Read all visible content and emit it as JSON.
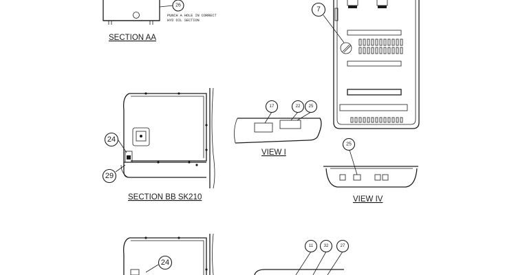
{
  "captions": {
    "section_aa": "SECTION AA",
    "section_bb": "SECTION BB SK210",
    "view_i": "VIEW I",
    "view_iv": "VIEW IV"
  },
  "note": {
    "line1": "PUNCH A HOLE IN CORRECT",
    "line2": "HYD OIL SECTION"
  },
  "callouts": {
    "c26": "26",
    "c7": "7",
    "c17": "17",
    "c22": "22",
    "c25a": "25",
    "c24a": "24",
    "c29": "29",
    "c25b": "25",
    "c24b": "24",
    "c11": "11",
    "c32": "32",
    "c27": "27"
  }
}
